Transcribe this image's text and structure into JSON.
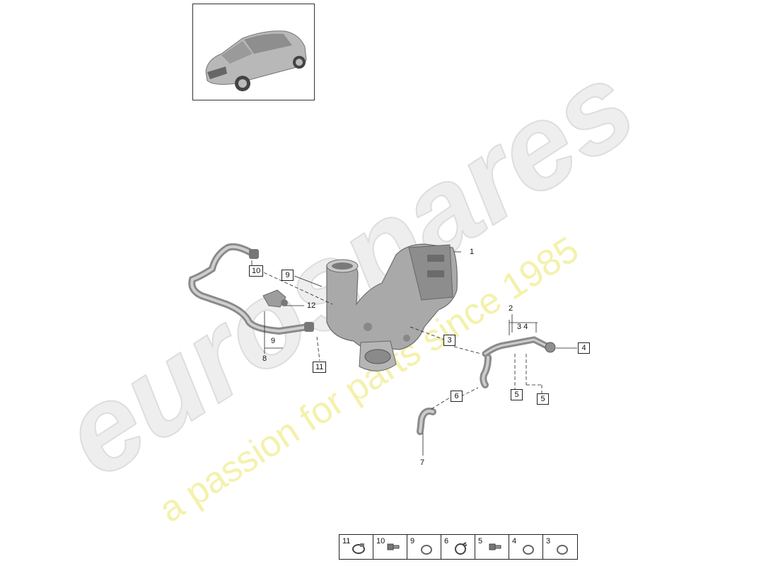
{
  "callouts": [
    {
      "id": "c1",
      "text": "1",
      "boxed": false
    },
    {
      "id": "c2",
      "text": "2",
      "boxed": false
    },
    {
      "id": "c3a",
      "text": "3",
      "boxed": true
    },
    {
      "id": "c34",
      "text": "3 4",
      "boxed": false
    },
    {
      "id": "c4",
      "text": "4",
      "boxed": true
    },
    {
      "id": "c5a",
      "text": "5",
      "boxed": true
    },
    {
      "id": "c5b",
      "text": "5",
      "boxed": true
    },
    {
      "id": "c6",
      "text": "6",
      "boxed": true
    },
    {
      "id": "c7",
      "text": "7",
      "boxed": false
    },
    {
      "id": "c8",
      "text": "8",
      "boxed": false
    },
    {
      "id": "c9a",
      "text": "9",
      "boxed": true
    },
    {
      "id": "c9b",
      "text": "9",
      "boxed": false
    },
    {
      "id": "c10",
      "text": "10",
      "boxed": true
    },
    {
      "id": "c11",
      "text": "11",
      "boxed": true
    },
    {
      "id": "c12",
      "text": "12",
      "boxed": false
    }
  ],
  "legend": [
    {
      "number": "11",
      "icon": "hose-clamp-icon"
    },
    {
      "number": "10",
      "icon": "bolt-icon"
    },
    {
      "number": "9",
      "icon": "seal-ring-icon"
    },
    {
      "number": "6",
      "icon": "spring-clamp-icon"
    },
    {
      "number": "5",
      "icon": "bolt-icon"
    },
    {
      "number": "4",
      "icon": "seal-ring-icon"
    },
    {
      "number": "3",
      "icon": "seal-ring-icon"
    }
  ],
  "watermark": {
    "brand": "eurospares",
    "tagline": "a passion for parts since 1985",
    "brand_color": "#e6e6e6",
    "tagline_color": "#f3f0a8"
  }
}
